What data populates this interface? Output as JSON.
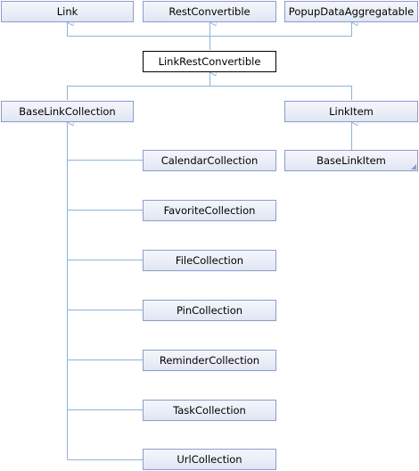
{
  "diagram": {
    "nodes": {
      "link": "Link",
      "rest_convertible": "RestConvertible",
      "popup_data_aggregatable": "PopupDataAggregatable",
      "link_rest_convertible": "LinkRestConvertible",
      "base_link_collection": "BaseLinkCollection",
      "link_item": "LinkItem",
      "calendar_collection": "CalendarCollection",
      "base_link_item": "BaseLinkItem",
      "favorite_collection": "FavoriteCollection",
      "file_collection": "FileCollection",
      "pin_collection": "PinCollection",
      "reminder_collection": "ReminderCollection",
      "task_collection": "TaskCollection",
      "url_collection": "UrlCollection"
    },
    "colors": {
      "edge": "#8cb2d8",
      "node_border": "#8c9ccc",
      "focus_border": "#000000"
    }
  }
}
